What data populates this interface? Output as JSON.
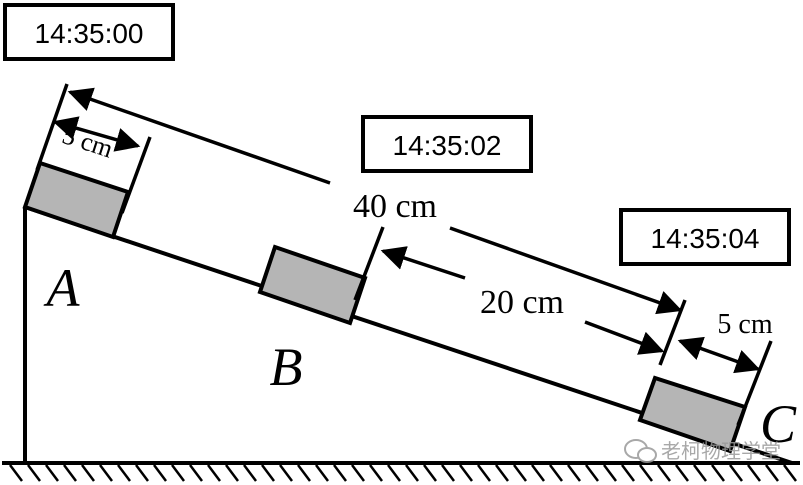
{
  "timestamps": {
    "a": "14:35:00",
    "b": "14:35:02",
    "c": "14:35:04"
  },
  "points": {
    "a": "A",
    "b": "B",
    "c": "C"
  },
  "measurements": {
    "block_length": "5 cm",
    "a_to_b": "40 cm",
    "b_to_c": "20 cm",
    "block_length_c": "5 cm"
  },
  "watermark": "老柯物理学堂",
  "colors": {
    "block_fill": "#b5b5b5",
    "stroke": "#000000",
    "watermark": "#999999"
  }
}
